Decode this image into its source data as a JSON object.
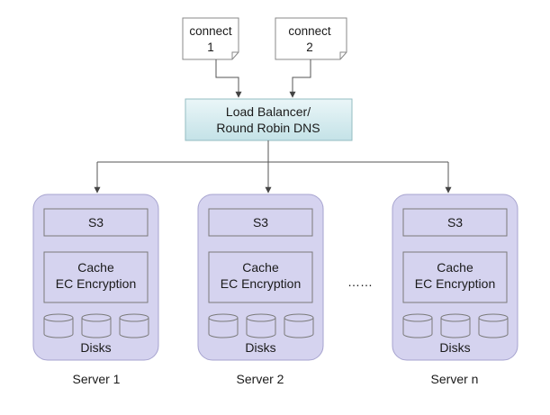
{
  "connections": [
    {
      "line1": "connect",
      "line2": "1"
    },
    {
      "line1": "connect",
      "line2": "2"
    }
  ],
  "load_balancer": {
    "line1": "Load Balancer/",
    "line2": "Round Robin DNS"
  },
  "servers": [
    {
      "s3": "S3",
      "cache_line1": "Cache",
      "cache_line2": "EC Encryption",
      "disks": "Disks",
      "name": "Server 1"
    },
    {
      "s3": "S3",
      "cache_line1": "Cache",
      "cache_line2": "EC Encryption",
      "disks": "Disks",
      "name": "Server 2"
    },
    {
      "s3": "S3",
      "cache_line1": "Cache",
      "cache_line2": "EC Encryption",
      "disks": "Disks",
      "name": "Server n"
    }
  ],
  "ellipsis": "……",
  "colors": {
    "server_fill": "#d5d3ef",
    "server_border": "#a6a3cf",
    "inner_border": "#7a7a7a",
    "lb_fill": "#d5ecef",
    "lb_border": "#93bcc2",
    "connector": "#555555"
  }
}
